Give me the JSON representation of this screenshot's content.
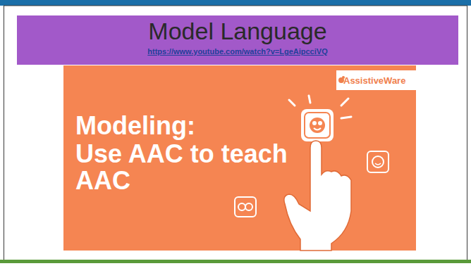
{
  "diagram": {
    "title": "Model Language",
    "labels": [
      "https://www.youtube.com/watch?v=LgeAipcciVQ",
      "AssistiveWare",
      "Modeling:",
      "Use AAC to teach AAC"
    ]
  }
}
